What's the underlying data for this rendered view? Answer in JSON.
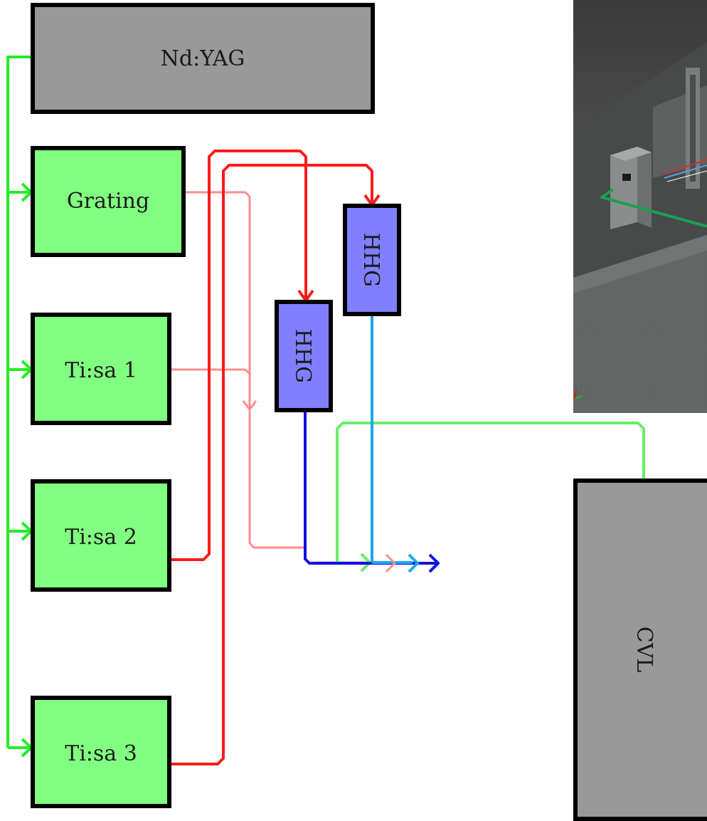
{
  "nodes": {
    "ndyag": {
      "label": "Nd:YAG"
    },
    "grating": {
      "label": "Grating"
    },
    "tisa1": {
      "label": "Ti:sa 1"
    },
    "tisa2": {
      "label": "Ti:sa 2"
    },
    "tisa3": {
      "label": "Ti:sa 3"
    },
    "hhg_left": {
      "label": "HHG"
    },
    "hhg_right": {
      "label": "HHG"
    },
    "cvl": {
      "label": "CVL"
    }
  },
  "colors": {
    "pump_green": "#22ee22",
    "oscillator_box": "#80ff80",
    "pump_box": "#999999",
    "hhg_box": "#8080ff",
    "red_beam": "#ff1a1a",
    "pink_beam": "#ff8c8c",
    "blue_beam": "#1010e0",
    "cyan_beam": "#1aa8e8",
    "light_green_beam": "#66ee66",
    "render_arrow": "#1aa050"
  },
  "render": {
    "description_icon": "3d-lab-render-image"
  }
}
